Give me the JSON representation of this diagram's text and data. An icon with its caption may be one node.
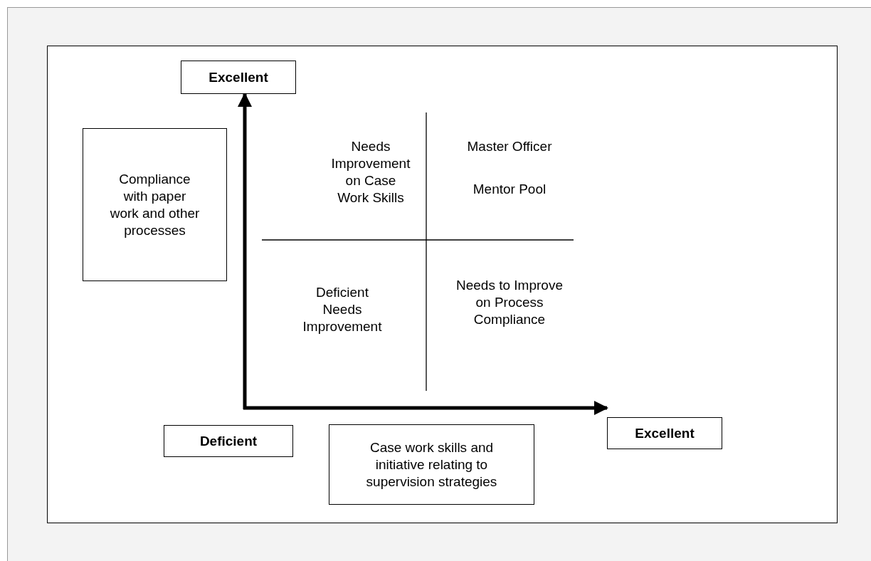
{
  "diagram": {
    "nodes": [
      {
        "text": [
          "Excellent"
        ]
      },
      {
        "text": [
          "Compliance with paper work and other processes"
        ]
      },
      {
        "text": [
          "Excellent"
        ]
      },
      {
        "text": [
          "Deficient"
        ]
      },
      {
        "text": [
          "Case work skills and initiative relating  to supervision strategies"
        ]
      }
    ],
    "edges": [
      {
        "from": null,
        "to": 0,
        "arrow": "to"
      },
      {
        "from": null,
        "to": 2,
        "arrow": "to"
      }
    ],
    "labels": [
      "Needs Improvement on Case Work Skills",
      "Master Officer",
      "Mentor Pool",
      "Deficient Needs Improvement",
      "Needs to Improve on Process Compliance"
    ]
  }
}
